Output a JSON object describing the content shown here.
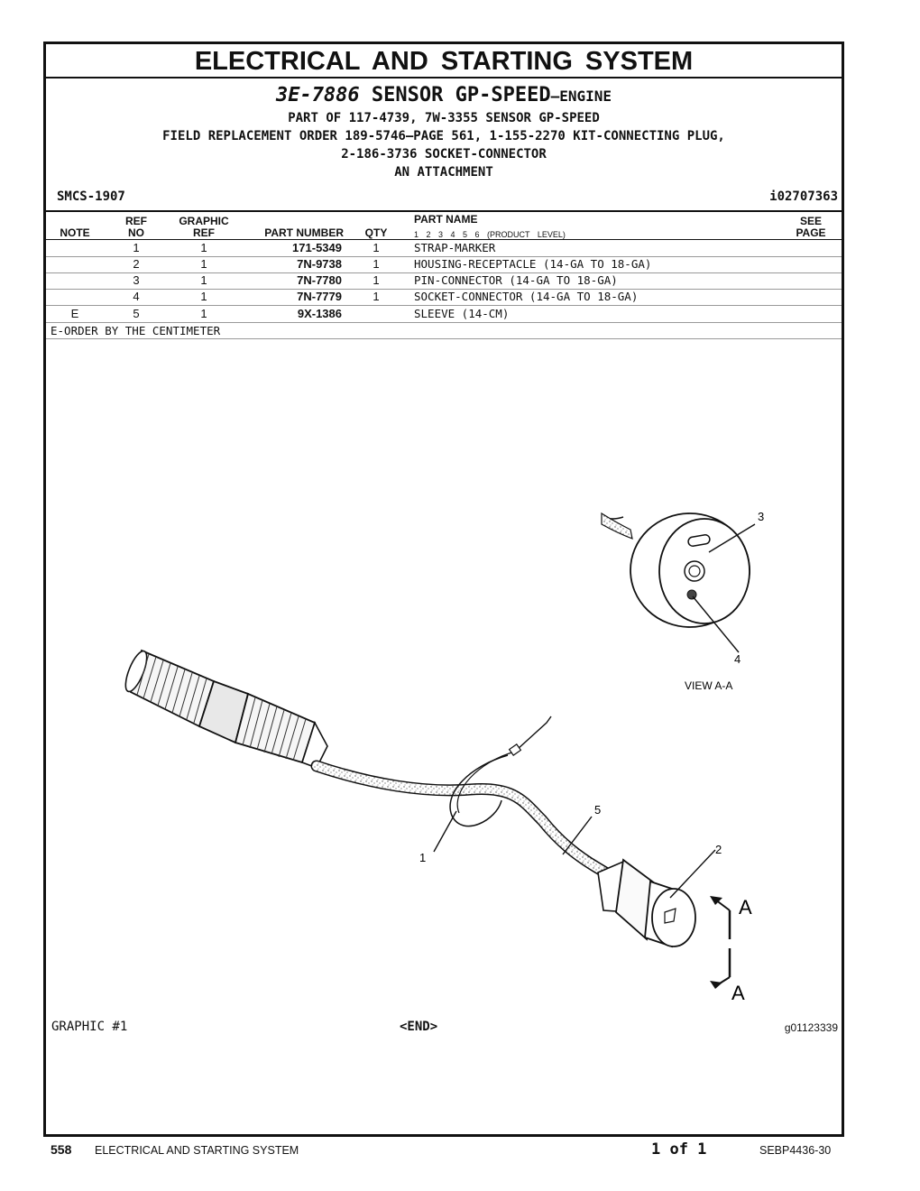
{
  "header": {
    "title": "ELECTRICAL AND STARTING SYSTEM",
    "part_number": "3E-7886",
    "part_name": "SENSOR GP-SPEED",
    "part_suffix": "—ENGINE",
    "part_of": "PART OF 117-4739, 7W-3355 SENSOR GP-SPEED",
    "field_replacement_1": "FIELD REPLACEMENT ORDER 189-5746—PAGE 561, 1-155-2270 KIT-CONNECTING PLUG,",
    "field_replacement_2": "2-186-3736 SOCKET-CONNECTOR",
    "attachment": "AN ATTACHMENT",
    "smcs": "SMCS-1907",
    "doc_id": "i02707363"
  },
  "table": {
    "headers": {
      "note": "NOTE",
      "ref": "REF",
      "ref_no": "NO",
      "graphic": "GRAPHIC",
      "graphic_ref": "REF",
      "part_number": "PART NUMBER",
      "qty": "QTY",
      "part_name": "PART NAME",
      "product_levels": "1   2   3   4   5   6   (PRODUCT LEVEL)",
      "see": "SEE",
      "page": "PAGE"
    },
    "rows": [
      {
        "note": "",
        "ref": "1",
        "graphic": "1",
        "part_number": "171-5349",
        "qty": "1",
        "name": "STRAP-MARKER"
      },
      {
        "note": "",
        "ref": "2",
        "graphic": "1",
        "part_number": "7N-9738",
        "qty": "1",
        "name": "HOUSING-RECEPTACLE (14-GA TO 18-GA)"
      },
      {
        "note": "",
        "ref": "3",
        "graphic": "1",
        "part_number": "7N-7780",
        "qty": "1",
        "name": "PIN-CONNECTOR (14-GA TO 18-GA)"
      },
      {
        "note": "",
        "ref": "4",
        "graphic": "1",
        "part_number": "7N-7779",
        "qty": "1",
        "name": "SOCKET-CONNECTOR (14-GA TO 18-GA)"
      },
      {
        "note": "E",
        "ref": "5",
        "graphic": "1",
        "part_number": "9X-1386",
        "qty": "",
        "name": "SLEEVE (14-CM)"
      }
    ],
    "note_text": "E-ORDER BY THE CENTIMETER"
  },
  "graphic": {
    "label": "GRAPHIC #1",
    "end_marker": "<END>",
    "graphic_id": "g01123339",
    "callouts": {
      "c1": "1",
      "c2": "2",
      "c3": "3",
      "c4": "4",
      "c5": "5"
    },
    "view_label": "VIEW A-A",
    "section_top": "A",
    "section_bottom": "A"
  },
  "footer": {
    "page_number": "558",
    "section_title": "ELECTRICAL AND STARTING SYSTEM",
    "page_count": "1 of 1",
    "doc_number": "SEBP4436-30"
  }
}
